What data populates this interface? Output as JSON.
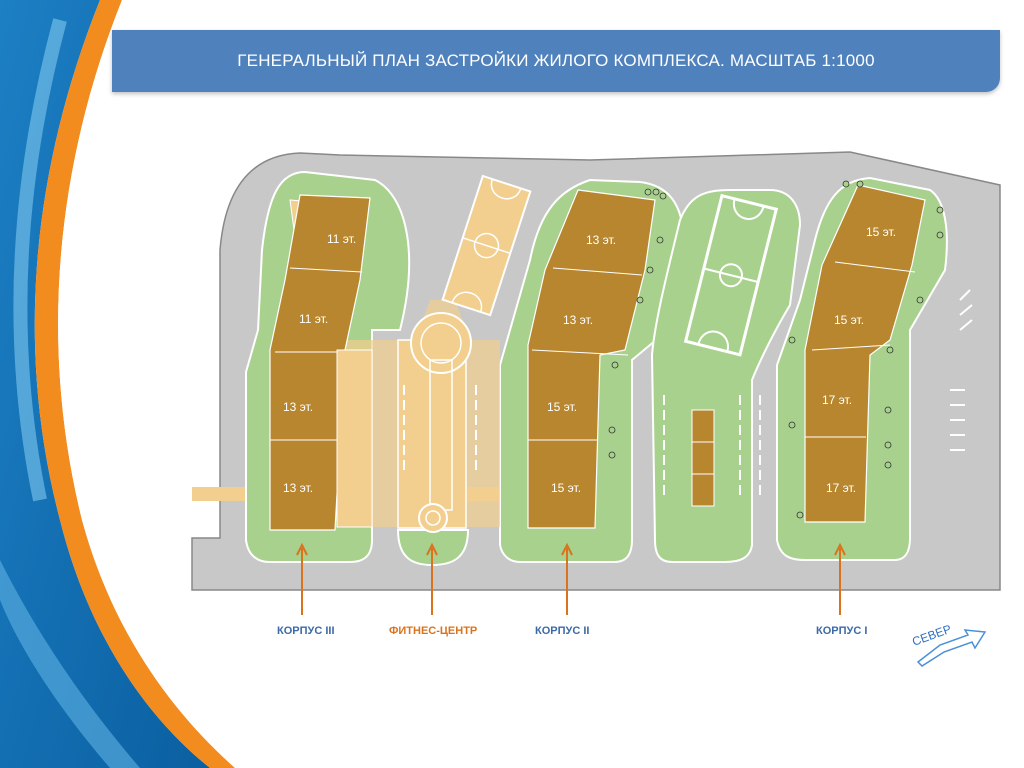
{
  "title": "ГЕНЕРАЛЬНЫЙ ПЛАН ЗАСТРОЙКИ ЖИЛОГО КОМПЛЕКСА. МАСШТАБ 1:1000",
  "floors": {
    "k3_a": "11 эт.",
    "k3_b": "11 эт.",
    "k3_c": "13 эт.",
    "k3_d": "13 эт.",
    "k2_a": "13 эт.",
    "k2_b": "13 эт.",
    "k2_c": "15 эт.",
    "k2_d": "15 эт.",
    "k1_a": "15 эт.",
    "k1_b": "15 эт.",
    "k1_c": "17 эт.",
    "k1_d": "17 эт."
  },
  "labels": {
    "korpus3": "КОРПУС III",
    "fitness": "ФИТНЕС-ЦЕНТР",
    "korpus2": "КОРПУС II",
    "korpus1": "КОРПУС I"
  },
  "north": "СЕВЕР",
  "colors": {
    "banner": "#4f81bd",
    "road": "#c8c8c8",
    "lawn": "#a9d18e",
    "building": "#b8862e",
    "building_light": "#f2cf8e",
    "label_blue": "#3b6aa8",
    "label_orange": "#d9731e"
  }
}
